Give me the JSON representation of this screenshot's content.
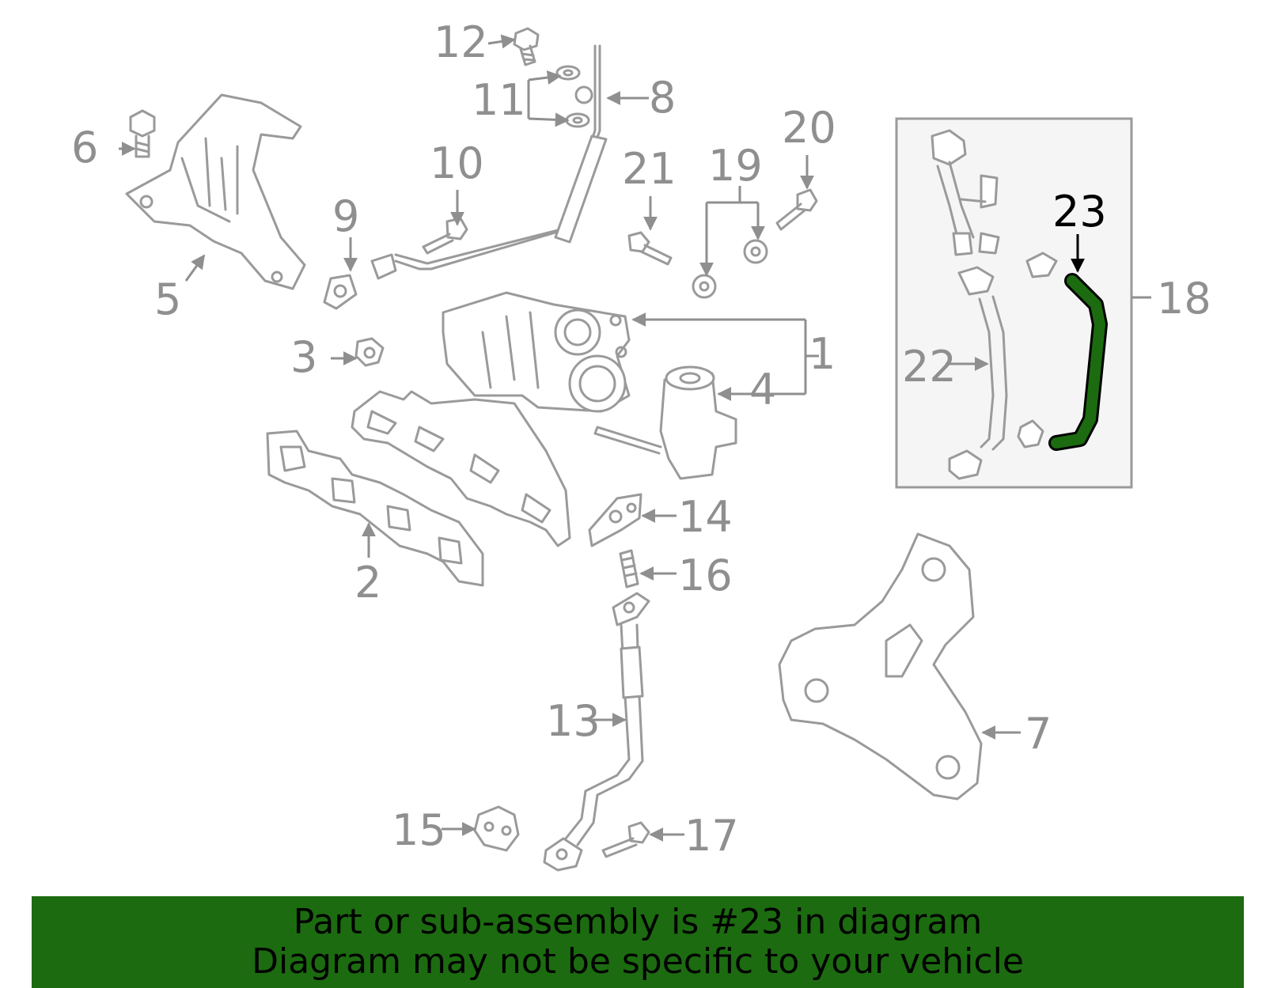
{
  "diagram": {
    "callouts": {
      "c1": "1",
      "c2": "2",
      "c3": "3",
      "c4": "4",
      "c5": "5",
      "c6": "6",
      "c7": "7",
      "c8": "8",
      "c9": "9",
      "c10": "10",
      "c11": "11",
      "c12": "12",
      "c13": "13",
      "c14": "14",
      "c15": "15",
      "c16": "16",
      "c17": "17",
      "c18": "18",
      "c19": "19",
      "c20": "20",
      "c21": "21",
      "c22": "22",
      "c23": "23"
    },
    "highlighted_part": "23",
    "colors": {
      "part_line": "#9a9a9a",
      "highlight": "#1c6b10",
      "inset_bg": "#f5f5f5",
      "banner": "#1c6b10"
    }
  },
  "banner": {
    "line1": "Part or sub-assembly is #23 in diagram",
    "line2": "Diagram may not be specific to your vehicle"
  }
}
